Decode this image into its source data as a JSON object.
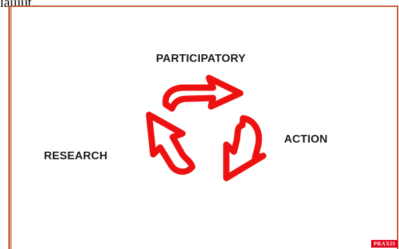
{
  "page": {
    "top_text": "laujut.",
    "labels": {
      "participatory": "PARTICIPATORY",
      "action": "ACTION",
      "research": "RESEARCH"
    },
    "logo": "PRAXIS"
  },
  "colors": {
    "arrow_stroke": "#ee1111",
    "frame_border": "#c0522a",
    "logo_bg": "#e0001a"
  },
  "icons": [
    "curved-arrow-icon",
    "curved-arrow-icon",
    "curved-arrow-icon"
  ]
}
